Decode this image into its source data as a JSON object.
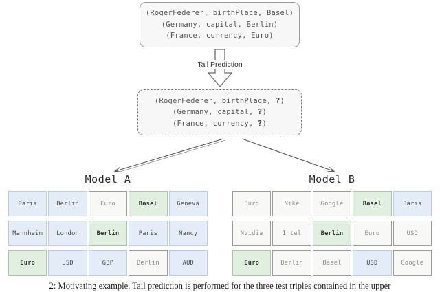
{
  "figure": {
    "caption": "2: Motivating example. Tail prediction is performed for the three test triples contained in the upper"
  },
  "source_triples": {
    "name": "test-triples",
    "lines": [
      "(RogerFederer, birthPlace, Basel)",
      "(Germany, capital, Berlin)",
      "(France, currency, Euro)"
    ]
  },
  "transform": {
    "label": "Tail Prediction",
    "arrow_icon": "down-block-arrow-icon"
  },
  "masked_triples": {
    "name": "masked-test-triples",
    "lines": [
      {
        "prefix": "(RogerFederer, birthPlace, ",
        "mask": "?",
        "suffix": ")"
      },
      {
        "prefix": "(Germany, capital, ",
        "mask": "?",
        "suffix": ")"
      },
      {
        "prefix": "(France, currency, ",
        "mask": "?",
        "suffix": ")"
      }
    ]
  },
  "branch_arrows": {
    "left_icon": "arrow-down-left-icon",
    "right_icon": "arrow-down-right-icon"
  },
  "models": [
    {
      "id": "model-a",
      "title": "Model A",
      "rows": [
        {
          "query": "(RogerFederer, birthPlace, ?)",
          "cells": [
            {
              "label": "Paris",
              "style": "blue"
            },
            {
              "label": "Berlin",
              "style": "blue"
            },
            {
              "label": "Euro",
              "style": "white"
            },
            {
              "label": "Basel",
              "style": "green"
            },
            {
              "label": "Geneva",
              "style": "blue"
            }
          ]
        },
        {
          "query": "(Germany, capital, ?)",
          "cells": [
            {
              "label": "Mannheim",
              "style": "blue"
            },
            {
              "label": "London",
              "style": "blue"
            },
            {
              "label": "Berlin",
              "style": "green"
            },
            {
              "label": "Paris",
              "style": "blue"
            },
            {
              "label": "Nancy",
              "style": "blue"
            }
          ]
        },
        {
          "query": "(France, currency, ?)",
          "cells": [
            {
              "label": "Euro",
              "style": "green"
            },
            {
              "label": "USD",
              "style": "blue"
            },
            {
              "label": "GBP",
              "style": "blue"
            },
            {
              "label": "Berlin",
              "style": "white"
            },
            {
              "label": "AUD",
              "style": "blue"
            }
          ]
        }
      ]
    },
    {
      "id": "model-b",
      "title": "Model B",
      "rows": [
        {
          "query": "(RogerFederer, birthPlace, ?)",
          "cells": [
            {
              "label": "Euro",
              "style": "white"
            },
            {
              "label": "Nike",
              "style": "white"
            },
            {
              "label": "Google",
              "style": "white"
            },
            {
              "label": "Basel",
              "style": "green"
            },
            {
              "label": "Paris",
              "style": "blue"
            }
          ]
        },
        {
          "query": "(Germany, capital, ?)",
          "cells": [
            {
              "label": "Nvidia",
              "style": "white"
            },
            {
              "label": "Intel",
              "style": "white"
            },
            {
              "label": "Berlin",
              "style": "green"
            },
            {
              "label": "Euro",
              "style": "white"
            },
            {
              "label": "USD",
              "style": "white"
            }
          ]
        },
        {
          "query": "(France, currency, ?)",
          "cells": [
            {
              "label": "Euro",
              "style": "green"
            },
            {
              "label": "Berlin",
              "style": "white"
            },
            {
              "label": "Basel",
              "style": "white"
            },
            {
              "label": "USD",
              "style": "blue"
            },
            {
              "label": "Google",
              "style": "white"
            }
          ]
        }
      ]
    }
  ],
  "colors": {
    "cell_blue_fill": "#e4ecf8",
    "cell_blue_border": "#b9cbe6",
    "cell_green_fill": "#e0efe0",
    "cell_green_border": "#a9c4a9",
    "cell_white_fill": "#f8f8f6",
    "cell_white_border": "#9d9d9d",
    "box_fill": "#f7f7f7",
    "box_border": "#9a9a9a"
  }
}
